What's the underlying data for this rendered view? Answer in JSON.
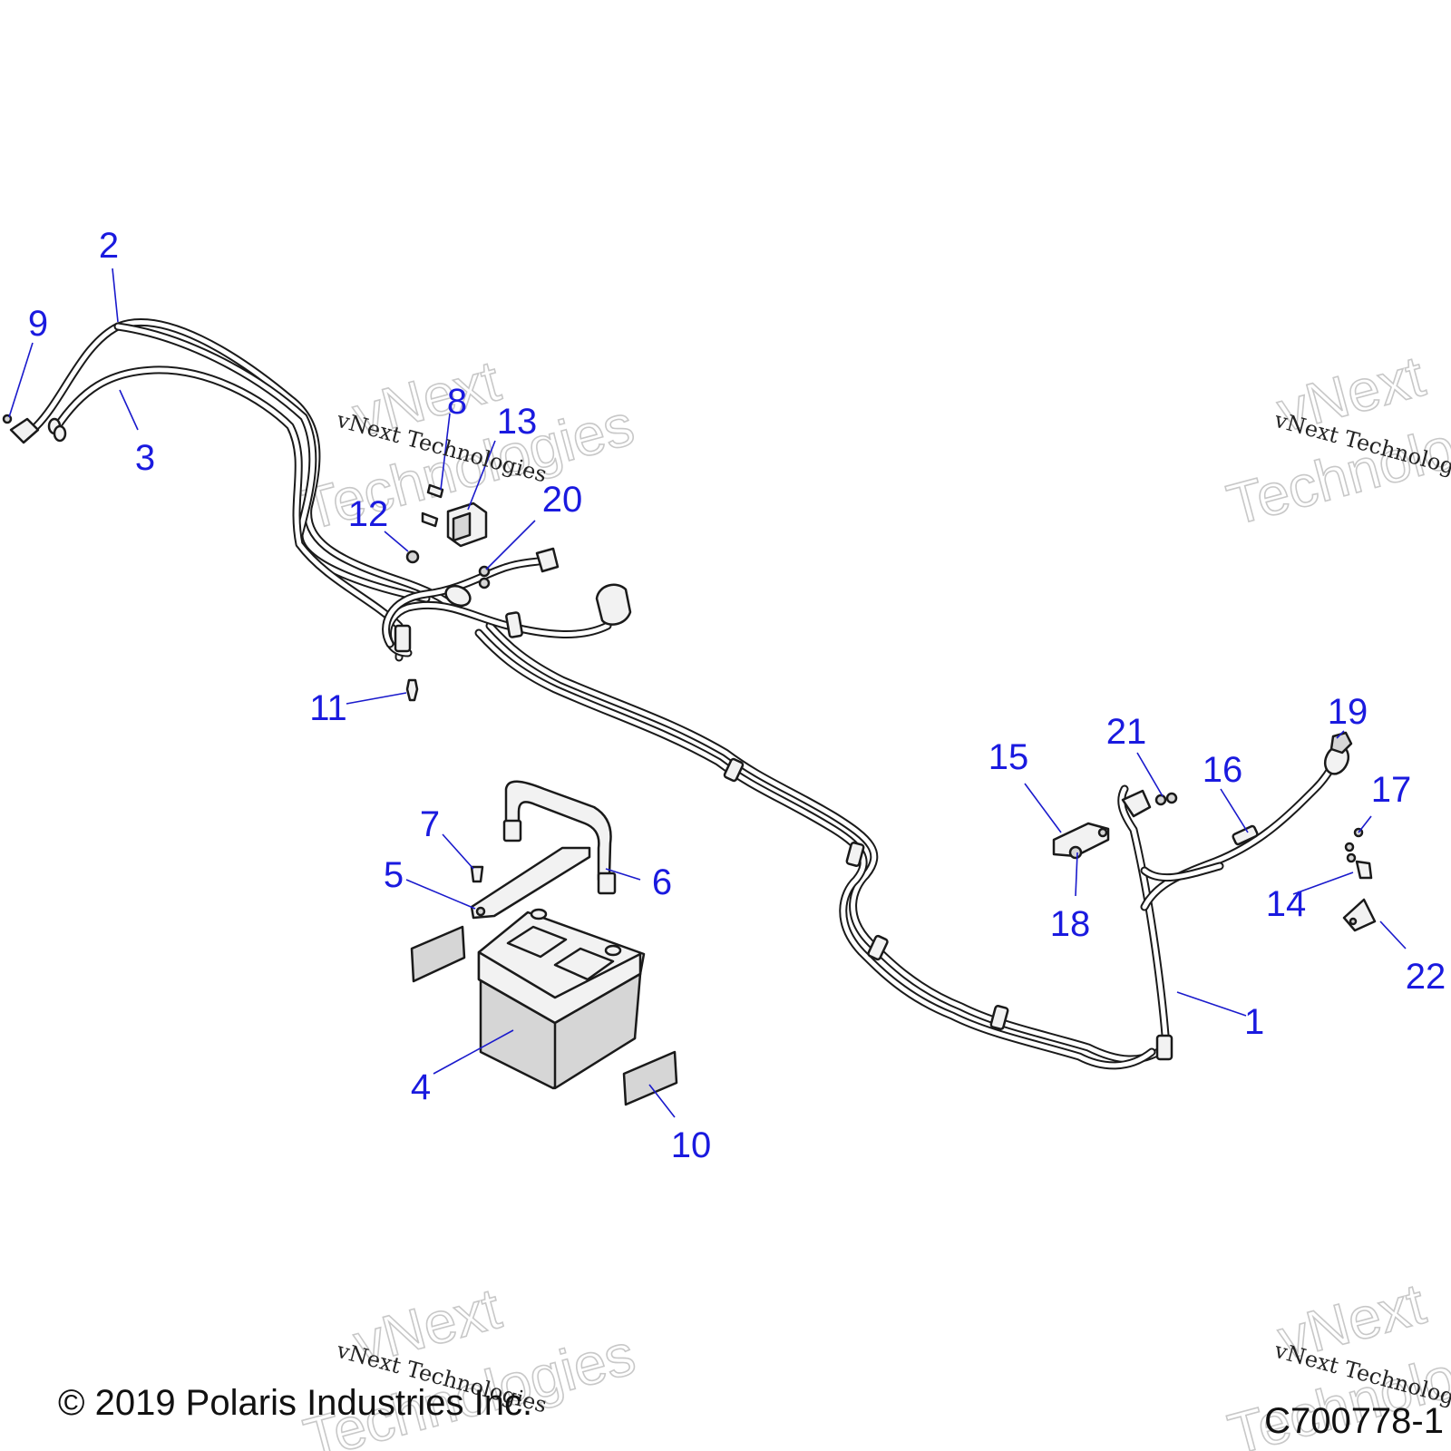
{
  "watermark": {
    "small_text": "vNext Technologies",
    "big_line1": "vNext",
    "big_line2": "Technologies"
  },
  "copyright": "© 2019 Polaris Industries Inc.",
  "figure_code": "C700778-1",
  "callouts": [
    "1",
    "2",
    "3",
    "4",
    "5",
    "6",
    "7",
    "8",
    "9",
    "10",
    "11",
    "12",
    "13",
    "14",
    "15",
    "16",
    "17",
    "18",
    "19",
    "20",
    "21",
    "22"
  ]
}
